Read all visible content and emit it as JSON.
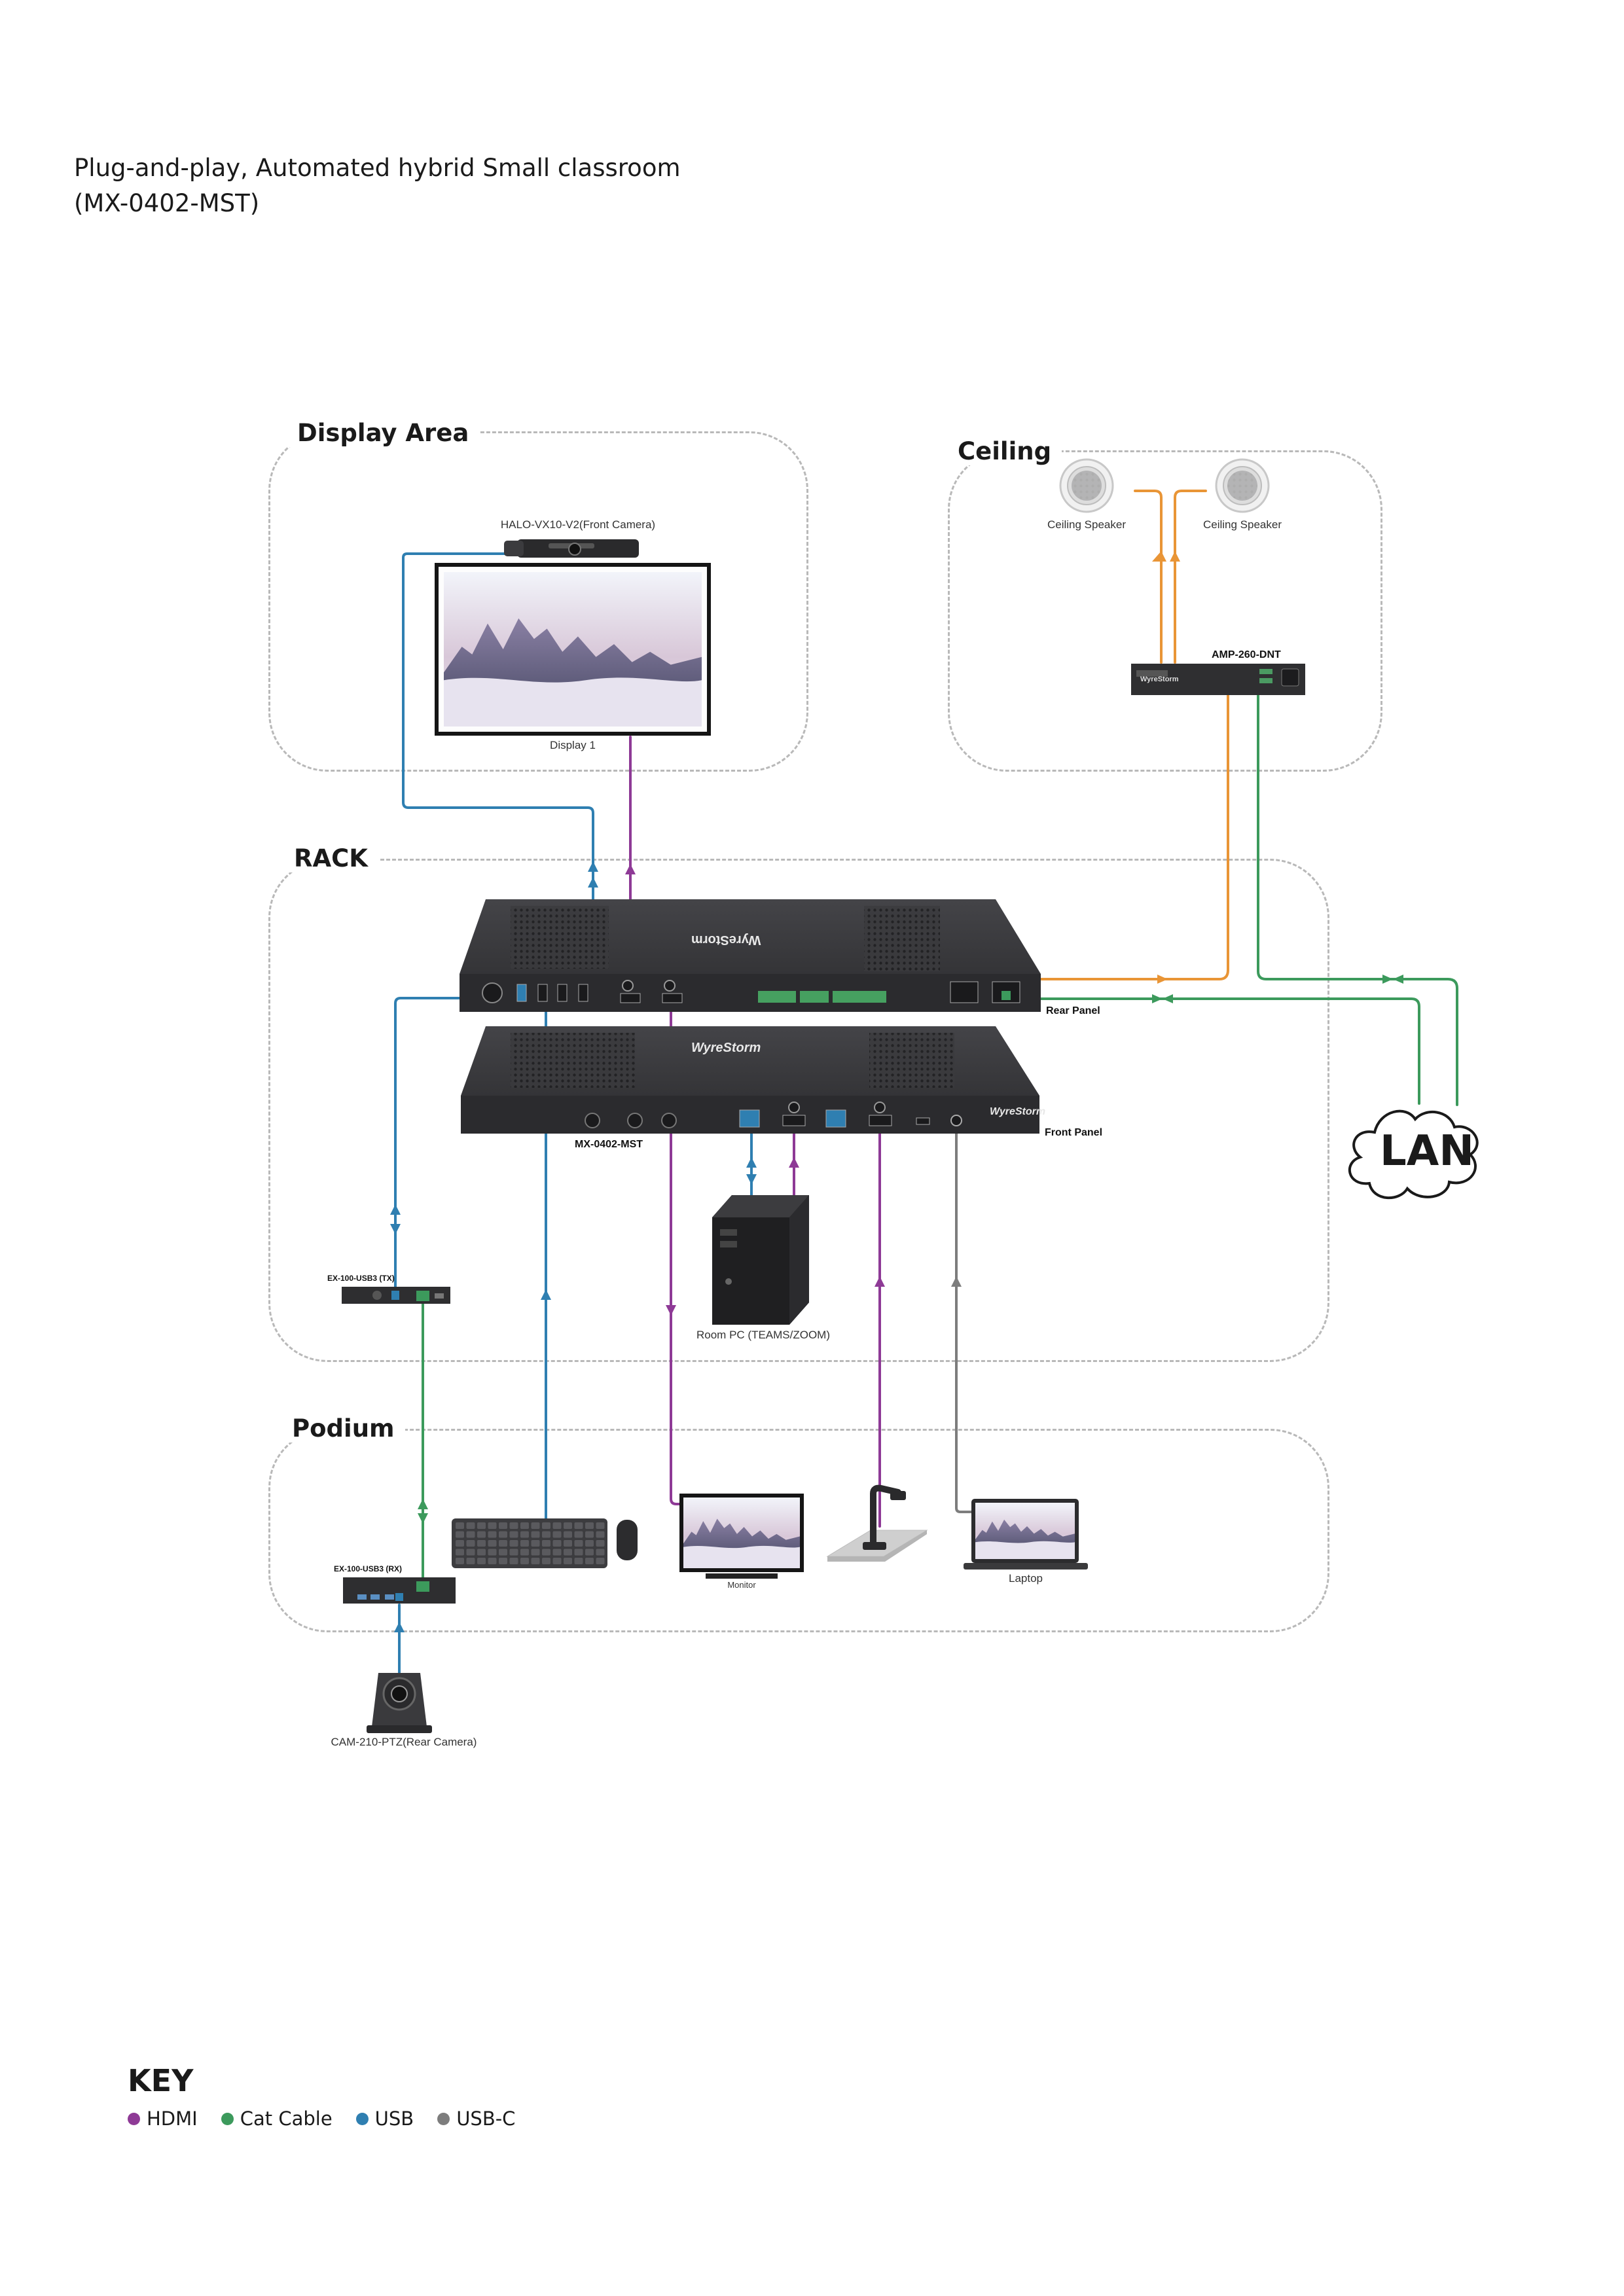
{
  "title": {
    "line1": "Plug-and-play, Automated hybrid  Small classroom",
    "line2": "(MX-0402-MST)"
  },
  "zones": {
    "display_area": "Display Area",
    "ceiling": "Ceiling",
    "rack": "RACK",
    "podium": "Podium"
  },
  "devices": {
    "front_camera": "HALO-VX10-V2(Front Camera)",
    "display": "Display 1",
    "speaker_1": "Ceiling Speaker",
    "speaker_2": "Ceiling Speaker",
    "amp": "AMP-260-DNT",
    "rear_panel": "Rear Panel",
    "front_panel": "Front Panel",
    "matrix": "MX-0402-MST",
    "usb_tx": "EX-100-USB3 (TX)",
    "room_pc": "Room PC (TEAMS/ZOOM)",
    "usb_rx": "EX-100-USB3 (RX)",
    "monitor": "Monitor",
    "laptop": "Laptop",
    "rear_camera": "CAM-210-PTZ(Rear Camera)",
    "lan": "LAN",
    "brand": "WyreStorm"
  },
  "key": {
    "title": "KEY",
    "items": [
      {
        "label": "HDMI",
        "color": "#8e3a96"
      },
      {
        "label": "Cat Cable",
        "color": "#3c9a5c"
      },
      {
        "label": "USB",
        "color": "#2f7fb1"
      },
      {
        "label": "USB-C",
        "color": "#7d7d7d"
      }
    ]
  },
  "colors": {
    "hdmi": "#8e3a96",
    "cat": "#3c9a5c",
    "usb": "#2f7fb1",
    "usbc": "#7d7d7d",
    "audio": "#e99536",
    "device": "#2c2c2e"
  }
}
